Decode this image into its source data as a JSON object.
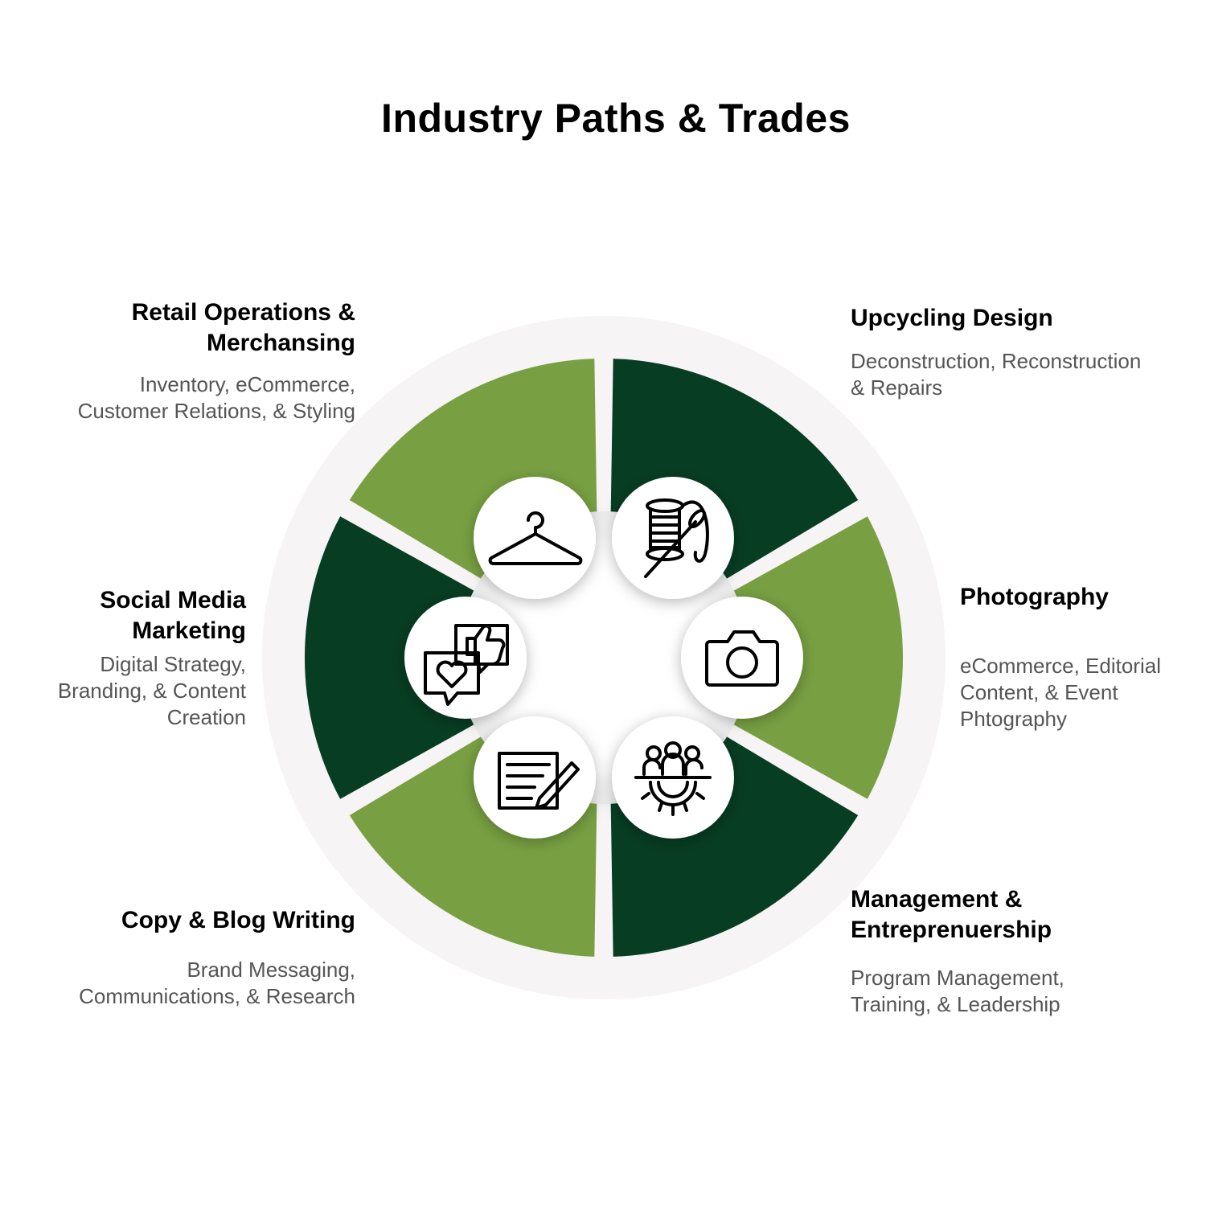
{
  "title": "Industry Paths & Trades",
  "colors": {
    "light_green": "#78a042",
    "dark_green": "#073d23",
    "ring": "#f6f4f4",
    "icon_bg": "#ffffff",
    "heading": "#000000",
    "description": "#555555"
  },
  "segments": [
    {
      "heading": "Upcycling Design",
      "description": "Deconstruction, Reconstruction\n& Repairs",
      "icon": "thread-spool-needle-icon",
      "color": "dark_green"
    },
    {
      "heading": "Photography",
      "description": "eCommerce, Editorial\nContent, & Event\nPhtography",
      "icon": "camera-icon",
      "color": "light_green"
    },
    {
      "heading": "Management &\nEntreprenuership",
      "description": "Program Management,\nTraining, & Leadership",
      "icon": "team-gear-icon",
      "color": "dark_green"
    },
    {
      "heading": "Copy & Blog Writing",
      "description": "Brand Messaging,\nCommunications, & Research",
      "icon": "document-pencil-icon",
      "color": "light_green"
    },
    {
      "heading": "Social Media\nMarketing",
      "description": "Digital Strategy,\nBranding, & Content\nCreation",
      "icon": "chat-like-heart-icon",
      "color": "dark_green"
    },
    {
      "heading": "Retail Operations &\nMerchansing ",
      "description": "Inventory, eCommerce,\nCustomer Relations, & Styling",
      "icon": "clothes-hanger-icon",
      "color": "light_green"
    }
  ]
}
